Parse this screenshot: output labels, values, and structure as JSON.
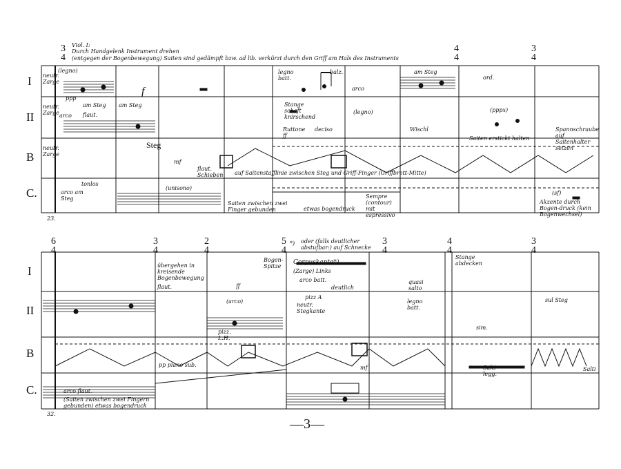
{
  "header": {
    "time_sig": [
      "3",
      "4"
    ],
    "line1": "Viol. I:",
    "line2": "Durch Handgelenk Instrument drehen",
    "line3": "(entgegen der Bogenbewegung) Saiten sind gedämpft bzw. ad lib. verkürzt durch den Griff am Hals des Instruments"
  },
  "system1": {
    "instruments": [
      "I",
      "II",
      "B",
      "C."
    ],
    "time_sigs": [
      {
        "n": "4",
        "d": "4"
      },
      {
        "n": "3",
        "d": "4"
      }
    ],
    "measure_number": "23.",
    "annotations": {
      "legno": "(legno)",
      "neutr_zarge": "neutr. Zarge",
      "am_steg": "am Steg",
      "arco": "arco",
      "ppp": "ppp",
      "f": "f",
      "flaut": "flaut.",
      "steg": "Steg",
      "mf": "mf",
      "legno_batt": "legno batt.",
      "balz": "balz.",
      "ord": "ord.",
      "schaft_kurz": "Stange schaft knirschend",
      "deciso": "deciso",
      "rottone": "Ruttone ff",
      "wischl": "Wischl",
      "saiten_erstickt": "Saiten erstickt halten",
      "spannschraube": "Spannschraube auf Saitenhalter setzen",
      "flaut_schieben": "flaut. Schieben",
      "zwischen": "auf Saitenstafflinie zwischen Steg und Griff-Finger (Griffbrett-Mitte)",
      "arco_tonlos": "tonlos",
      "arco_am_steg": "arco am Steg",
      "unisono": "(unisono)",
      "saiten_zwischen": "Saiten zwischen zwei Finger gebunden",
      "ohne_bogendruck": "etwas bogendruck",
      "sempre_contour": "Sempre (contour) mit espressivo",
      "akzente": "Akzente durch Bogen-druck (kein Bogenwechsel)",
      "sf_paren": "(sf)",
      "pppx": "(pppx)"
    }
  },
  "system2": {
    "time_sigs": [
      {
        "n": "6",
        "d": "4"
      },
      {
        "n": "3",
        "d": "4"
      },
      {
        "n": "2",
        "d": "4"
      },
      {
        "n": "5",
        "d": "4"
      },
      {
        "n": "3",
        "d": "4"
      },
      {
        "n": "4",
        "d": "4"
      },
      {
        "n": "3",
        "d": "4"
      }
    ],
    "footnote_marker": "*)",
    "note": "oder (falls deutlicher abstufbar:) auf Schnecke",
    "measure_number": "32.",
    "annotations": {
      "ubergehen": "übergehen in kreisende Bogenbewegung",
      "flaut": "flaut.",
      "bogen_spitze": "Bogen-Spitze",
      "ff": "ff",
      "corpuskante": "Corpuskante*)",
      "zarge_links": "(Zarge) Links",
      "arco_batt": "arco batt.",
      "deutlich": "deutlich",
      "pizz_lh": "pizz. L.H.",
      "pizz_a": "pizz A",
      "neutr_stegkante": "neutr. Stegkante",
      "legno_batt": "legno batt.",
      "sim": "sim.",
      "sul_steg": "sul Steg",
      "arco": "(arco)",
      "pp_piano_sub": "pp piano sub.",
      "mf": "mf",
      "arco_flaut": "arco flaut.",
      "saiten_zwischen": "(Saiten zwischen zwei Fingern gebunden) etwas bogendruck",
      "stange_abdecken": "Stange abdecken",
      "quasi_salto": "quasi salto",
      "salto_legg": "Salti legg.",
      "salti": "Salti"
    }
  },
  "page_number": "—3—"
}
